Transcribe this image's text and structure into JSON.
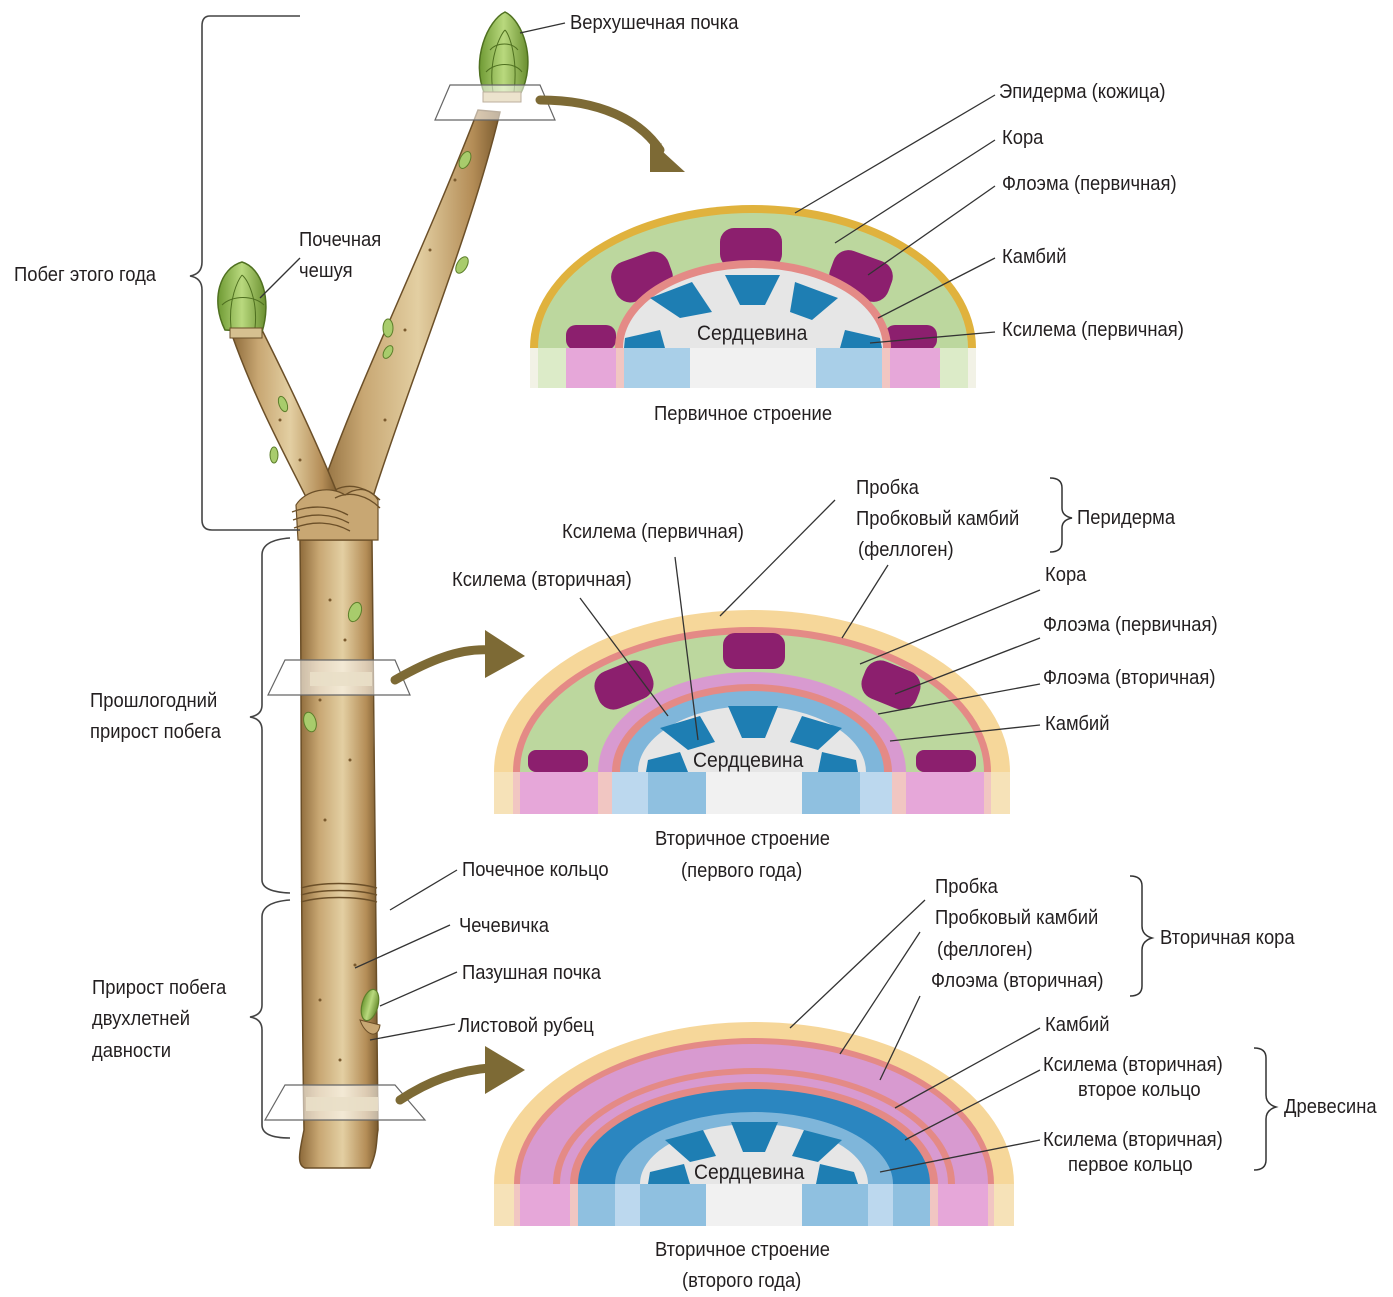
{
  "branch": {
    "current_year_shoot": "Побег этого года",
    "last_year_growth": [
      "Прошлогодний",
      "прирост побега"
    ],
    "two_year_growth": [
      "Прирост побега",
      "двухлетней",
      "давности"
    ],
    "terminal_bud": "Верхушечная почка",
    "bud_scale": [
      "Почечная",
      "чешуя"
    ],
    "bud_ring": "Почечное кольцо",
    "lenticel": "Чечевичка",
    "axillary_bud": "Пазушная почка",
    "leaf_scar": "Листовой рубец"
  },
  "primary": {
    "caption": "Первичное строение",
    "pith": "Сердцевина",
    "labels": {
      "epidermis": "Эпидерма (кожица)",
      "cortex": "Кора",
      "phloem": "Флоэма (первичная)",
      "cambium": "Камбий",
      "xylem": "Ксилема (первичная)"
    }
  },
  "secondary1": {
    "caption": [
      "Вторичное строение",
      "(первого года)"
    ],
    "pith": "Сердцевина",
    "labels": {
      "cork": "Пробка",
      "cork_cambium": [
        "Пробковый камбий",
        "(феллоген)"
      ],
      "periderm": "Перидерма",
      "xylem_primary": "Ксилема (первичная)",
      "xylem_secondary": "Ксилема (вторичная)",
      "cortex": "Кора",
      "phloem_primary": "Флоэма (первичная)",
      "phloem_secondary": "Флоэма (вторичная)",
      "cambium": "Камбий"
    }
  },
  "secondary2": {
    "caption": [
      "Вторичное строение",
      "(второго года)"
    ],
    "pith": "Сердцевина",
    "labels": {
      "cork": "Пробка",
      "cork_cambium": [
        "Пробковый камбий",
        "(феллоген)"
      ],
      "phloem_secondary": "Флоэма (вторичная)",
      "secondary_bark": "Вторичная кора",
      "cambium": "Камбий",
      "xylem_second_ring": [
        "Ксилема (вторичная)",
        "второе кольцо"
      ],
      "xylem_first_ring": [
        "Ксилема (вторичная)",
        "первое кольцо"
      ],
      "wood": "Древесина"
    }
  },
  "colors": {
    "bark": "#c9a776",
    "bark_dark": "#8a6a3e",
    "bud": "#9cc35f",
    "epidermis": "#e0b23d",
    "cortex": "#bcd79e",
    "phloem": "#8c1f6e",
    "cambium": "#e48a86",
    "xylem": "#1e7eb3",
    "pith": "#e6e6e6",
    "cork": "#f6d79a",
    "phloem_secondary": "#d89ad0",
    "xylem_secondary": "#7fb6da",
    "arrow": "#7d6a35"
  }
}
